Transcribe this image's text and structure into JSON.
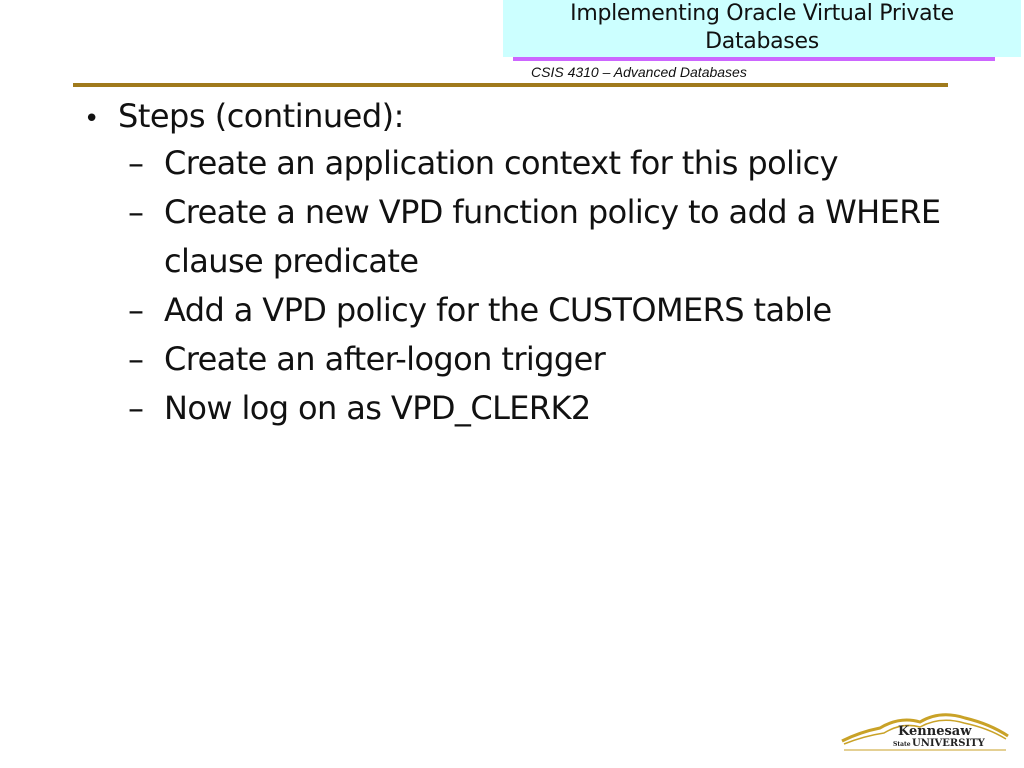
{
  "header": {
    "title_line1": "Implementing Oracle Virtual Private",
    "title_line2": "Databases",
    "course": "CSIS 4310 – Advanced Databases"
  },
  "body": {
    "bullet": "Steps (continued):",
    "dash": "–",
    "sub_items": [
      "Create an application context for this policy",
      "Create a new VPD function policy to add a WHERE clause predicate",
      "Add a VPD policy for the CUSTOMERS table",
      "Create an after-logon trigger",
      "Now log on as VPD_CLERK2"
    ]
  },
  "logo": {
    "line1": "Kennesaw",
    "state": "State",
    "university": "UNIVERSITY",
    "color": "#c9a227"
  }
}
